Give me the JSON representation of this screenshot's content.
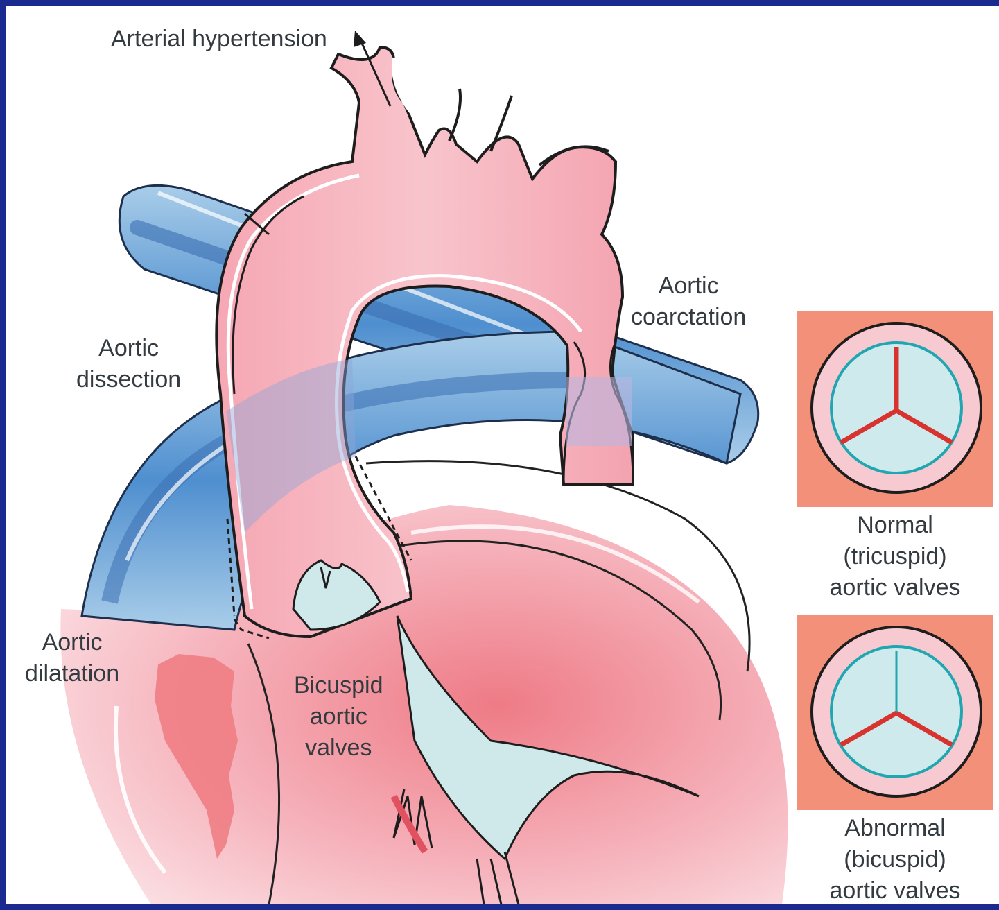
{
  "labels": {
    "arterial_hypertension": "Arterial hypertension",
    "aortic_coarctation": [
      "Aortic",
      "coarctation"
    ],
    "aortic_dissection": [
      "Aortic",
      "dissection"
    ],
    "aortic_dilatation": [
      "Aortic",
      "dilatation"
    ],
    "bicuspid_aortic_valves": [
      "Bicuspid",
      "aortic",
      "valves"
    ]
  },
  "inset_normal": {
    "caption": [
      "Normal",
      "(tricuspid)",
      "aortic valves"
    ]
  },
  "inset_abnormal": {
    "caption": [
      "Abnormal",
      "(bicuspid)",
      "aortic valves"
    ]
  },
  "colors": {
    "frame": "#1b2a8e",
    "artery_pink": "#f4b3bf",
    "artery_deep": "#e9808f",
    "vein_blue": "#5b9ad3",
    "valve_teal": "#bfe3e3",
    "inset_bg": "#f3907a",
    "commissure_red": "#d8342f"
  }
}
